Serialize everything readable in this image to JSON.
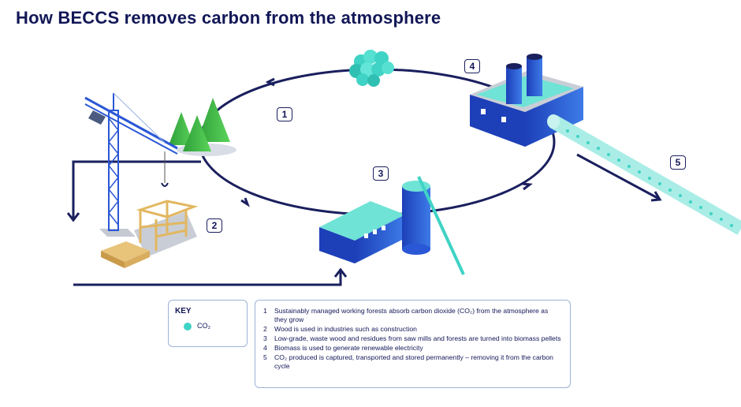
{
  "title": "How BECCS removes carbon from the atmosphere",
  "steps": [
    {
      "num": "1",
      "text": "Sustainably managed working forests absorb carbon dioxide (CO₂) from the atmosphere as they grow"
    },
    {
      "num": "2",
      "text": "Wood is used in industries such as construction"
    },
    {
      "num": "3",
      "text": "Low-grade, waste wood and residues from saw mills and forests are turned into biomass pellets"
    },
    {
      "num": "4",
      "text": "Biomass is used to generate renewable electricity"
    },
    {
      "num": "5",
      "text": "CO₂ produced is captured, transported and stored permanently – removing it from the carbon cycle"
    }
  ],
  "key": {
    "title": "KEY",
    "co2_label": "CO₂"
  },
  "colors": {
    "navy": "#121757",
    "arrow": "#1a1f5e",
    "co2": "#3fd3c5",
    "building_blue": "#2a57d6",
    "tree_green": "#3fbf4a"
  }
}
